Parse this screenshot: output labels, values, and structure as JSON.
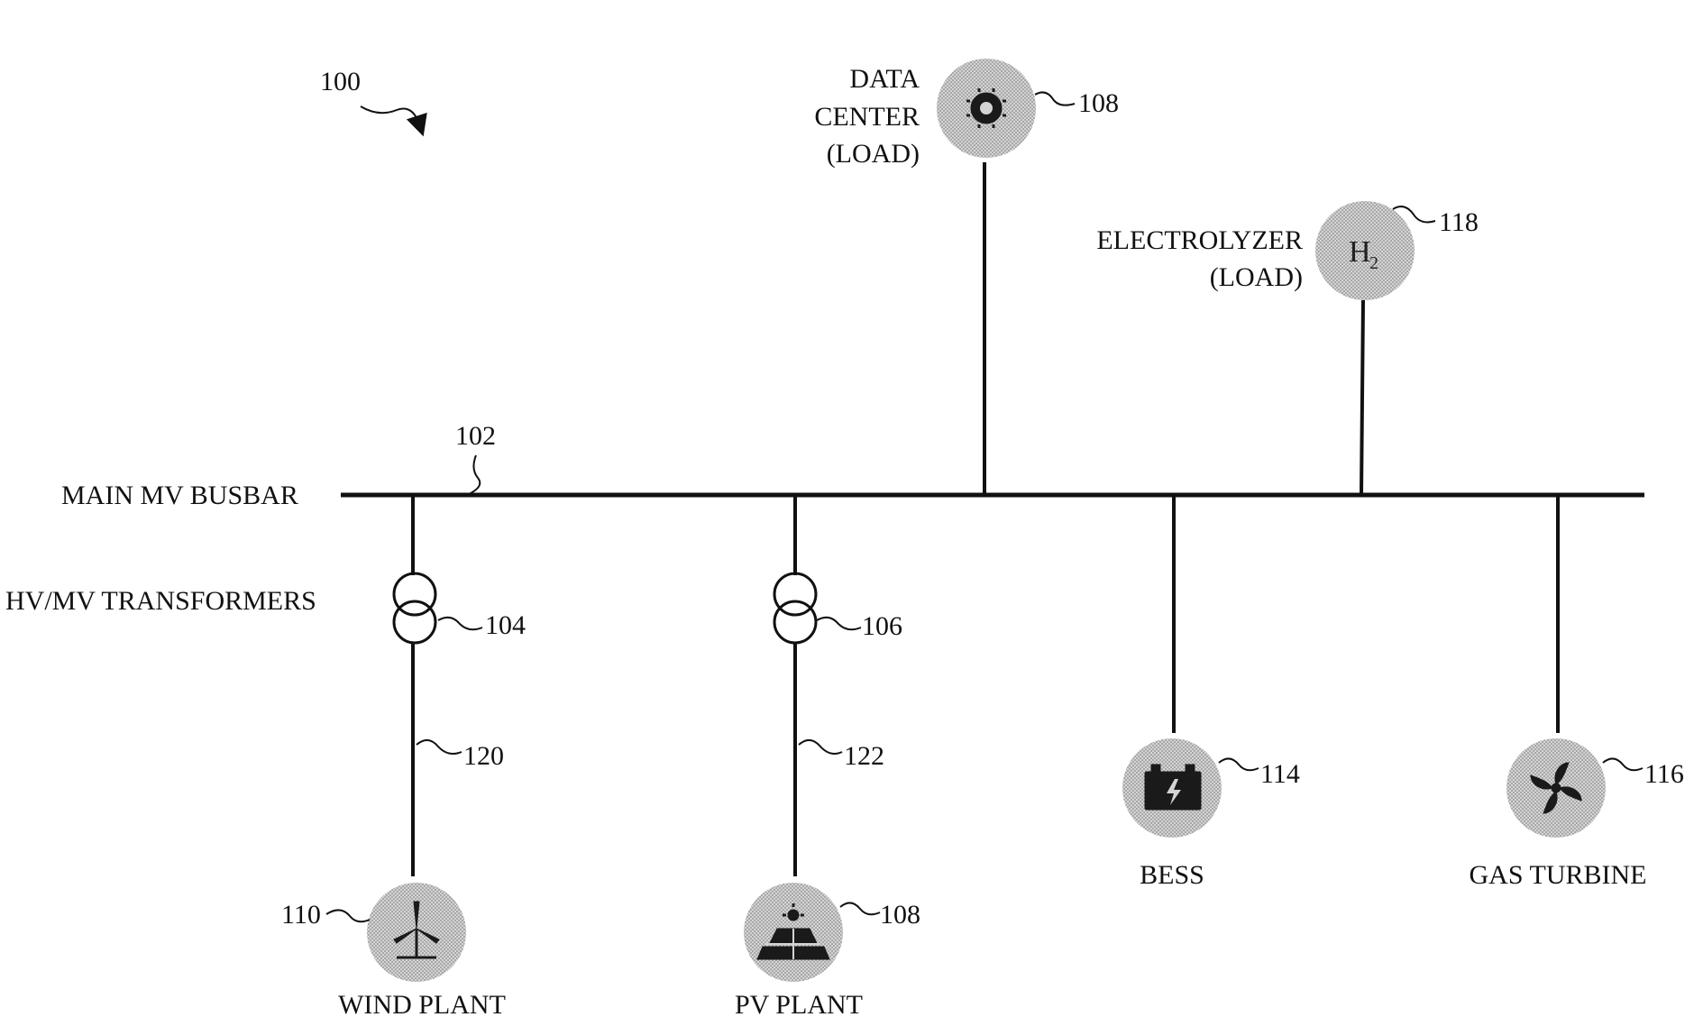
{
  "figure_ref": "100",
  "busbar": {
    "label": "MAIN MV BUSBAR",
    "ref": "102"
  },
  "transformers": {
    "label": "HV/MV TRANSFORMERS",
    "wind_ref": "104",
    "pv_ref": "106"
  },
  "data_center": {
    "label_line1": "DATA",
    "label_line2": "CENTER",
    "label_line3": "(LOAD)",
    "ref": "108"
  },
  "electrolyzer": {
    "label_line1": "ELECTROLYZER",
    "label_line2": "(LOAD)",
    "ref": "118",
    "symbol": "H",
    "symbol_sub": "2"
  },
  "wind_plant": {
    "label": "WIND PLANT",
    "ref": "110",
    "line_ref": "120"
  },
  "pv_plant": {
    "label": "PV PLANT",
    "ref": "108",
    "line_ref": "122"
  },
  "bess": {
    "label": "BESS",
    "ref": "114"
  },
  "gas_turbine": {
    "label": "GAS TURBINE",
    "ref": "116"
  },
  "colors": {
    "node_fill": "#c4c4c4",
    "line": "#111111",
    "background": "#ffffff"
  }
}
